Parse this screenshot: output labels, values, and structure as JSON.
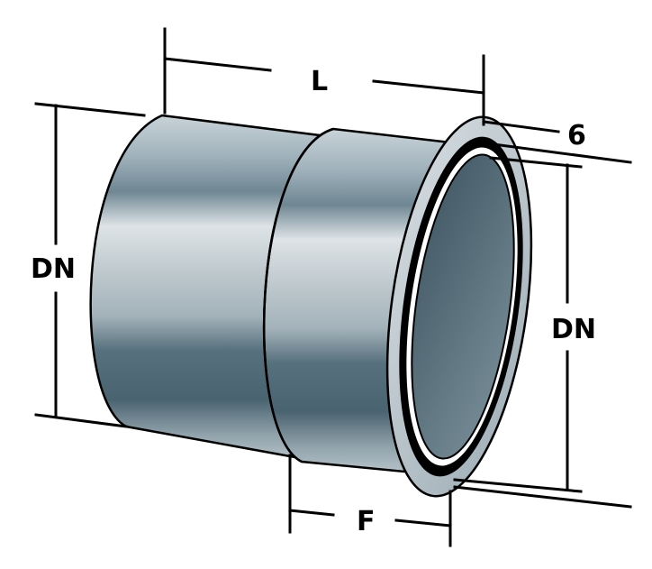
{
  "labels": {
    "length": "L",
    "flange_thickness": "6",
    "diameter_left": "DN",
    "diameter_right": "DN",
    "fitting_depth": "F"
  },
  "colors": {
    "pipe_light": "#d3dade",
    "pipe_mid": "#9fb0ba",
    "pipe_dark": "#4f6673",
    "flange": "#c2ccd2",
    "bore": "#5b7380",
    "outline": "#000000"
  }
}
